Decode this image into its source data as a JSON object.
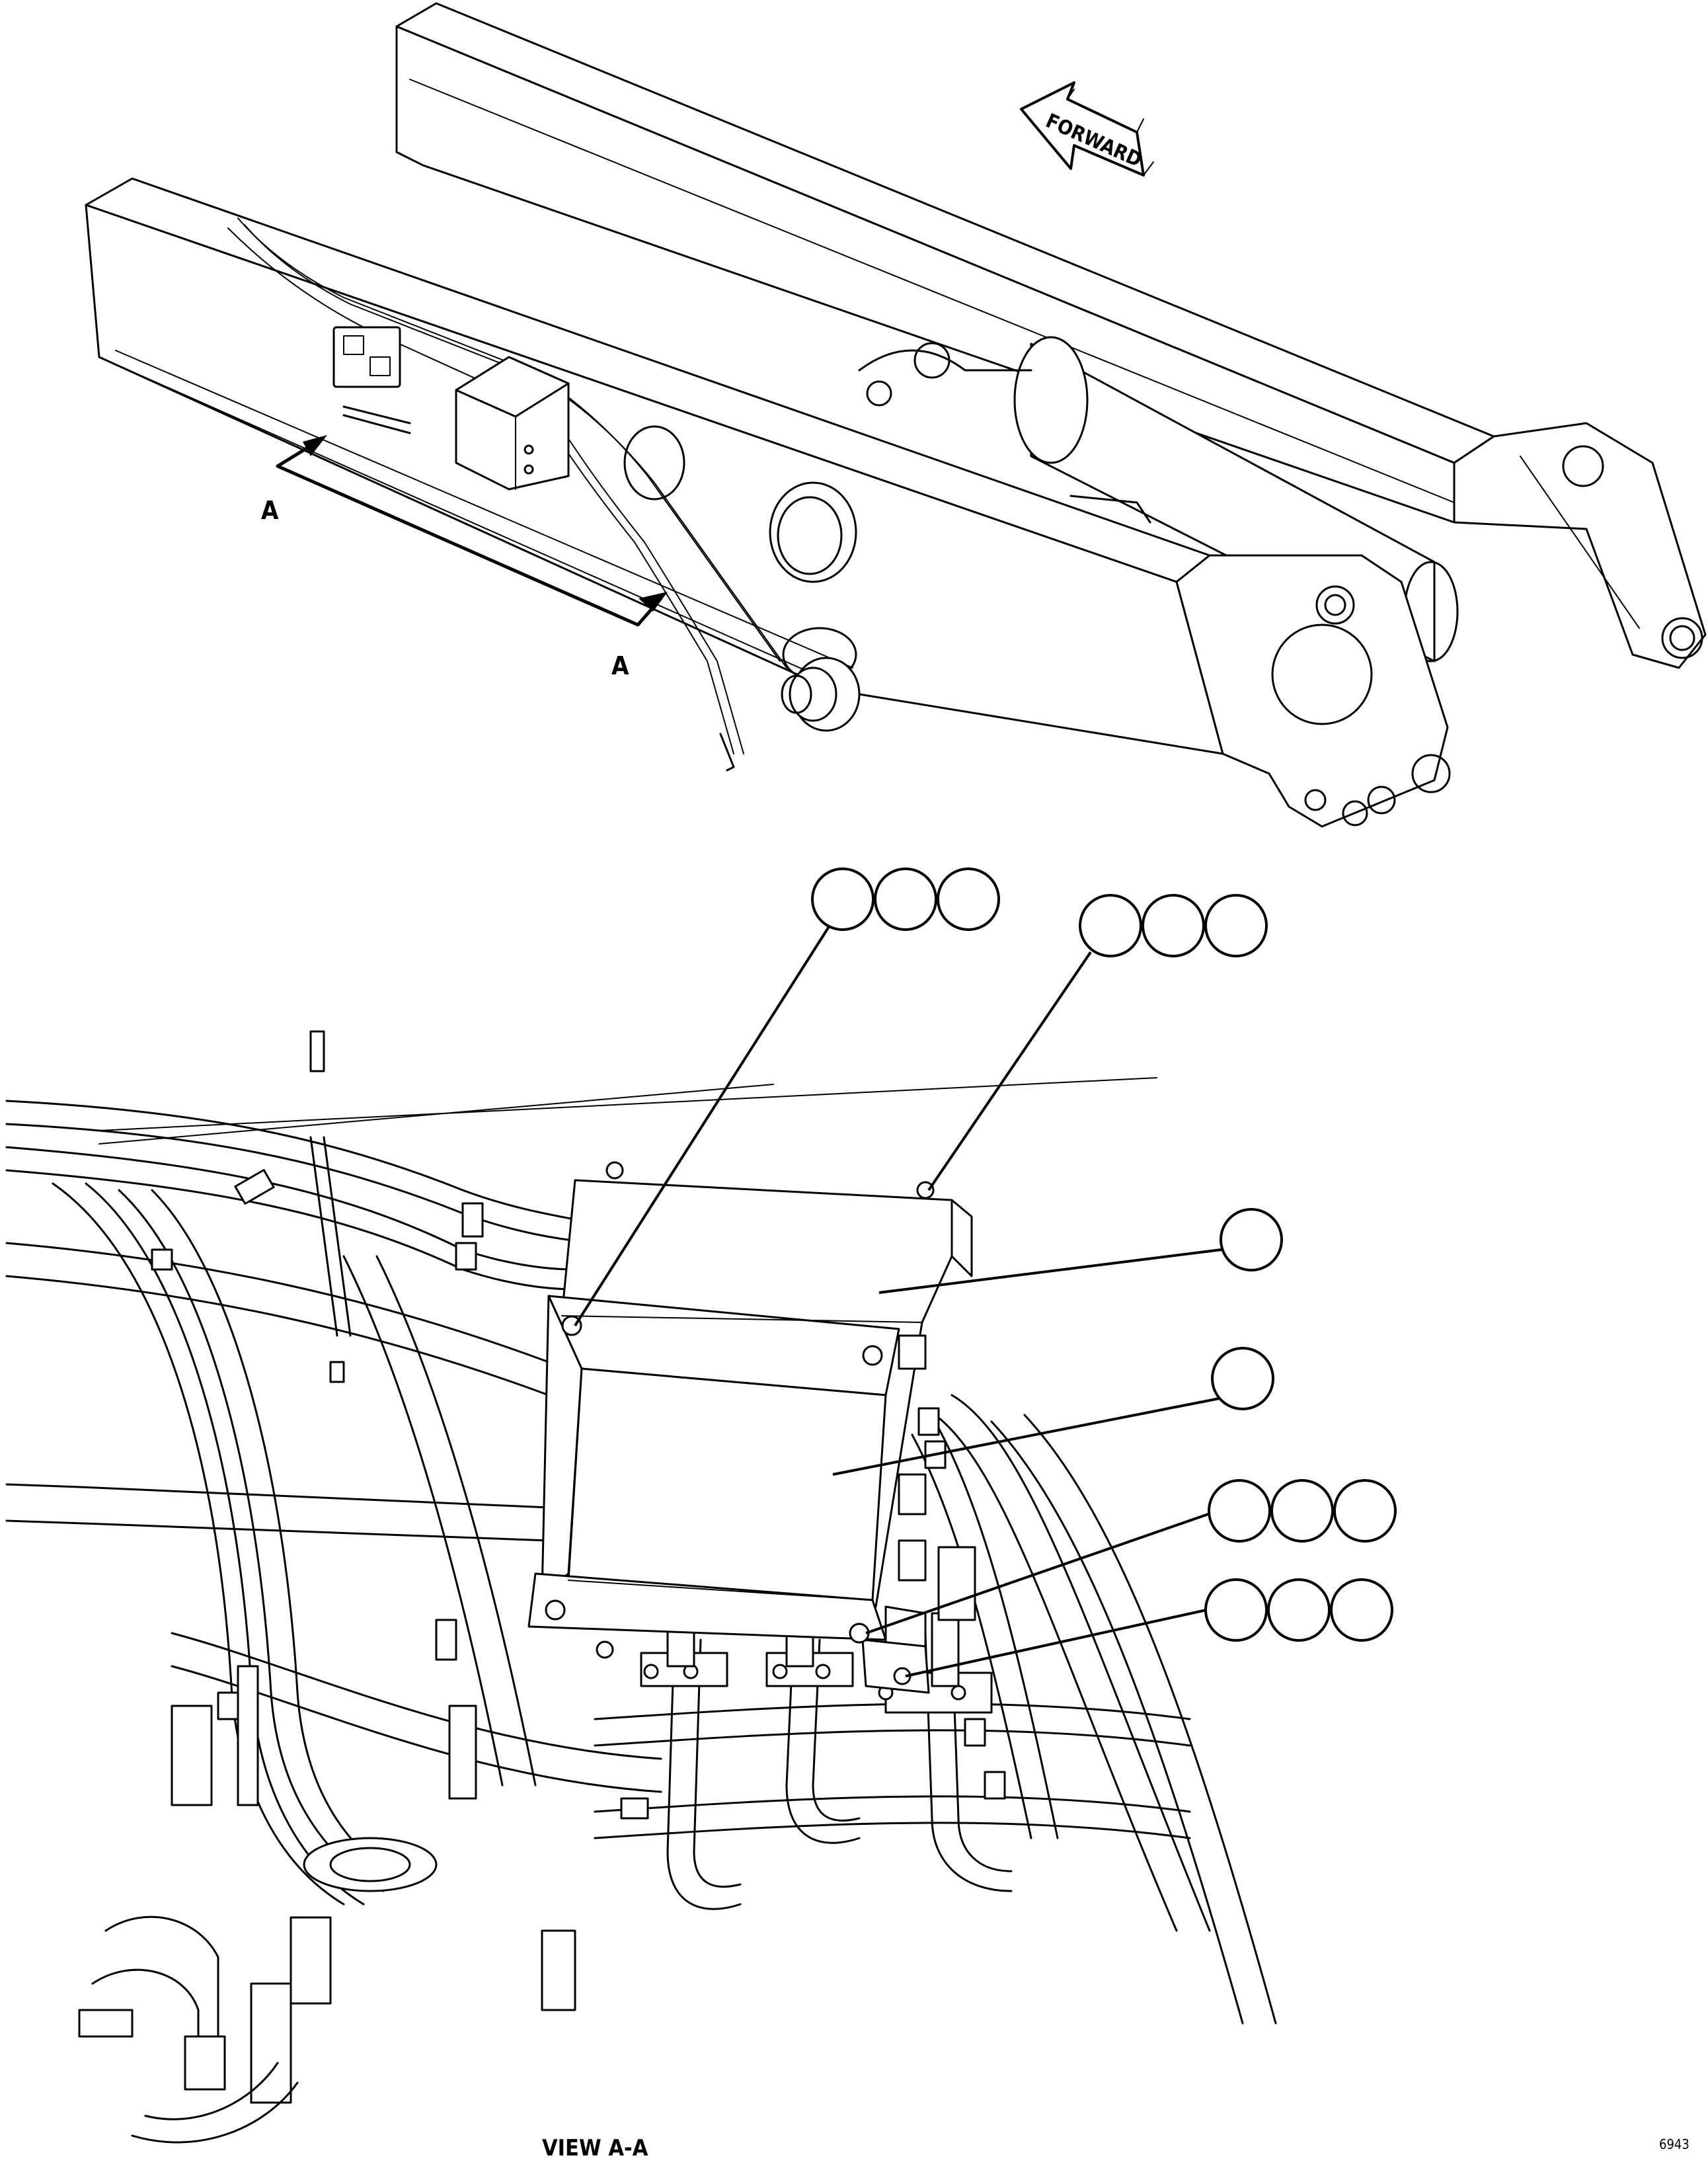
{
  "labels": {
    "forward": "FORWARD",
    "section_start": "A",
    "section_end": "A",
    "view_caption": "VIEW A-A",
    "drawing_number": "6943"
  },
  "callouts": [
    {
      "id": "group-1",
      "count": 3
    },
    {
      "id": "group-2",
      "count": 3
    },
    {
      "id": "single-1",
      "count": 1
    },
    {
      "id": "single-2",
      "count": 1
    },
    {
      "id": "group-3",
      "count": 3
    },
    {
      "id": "group-4",
      "count": 3
    }
  ]
}
